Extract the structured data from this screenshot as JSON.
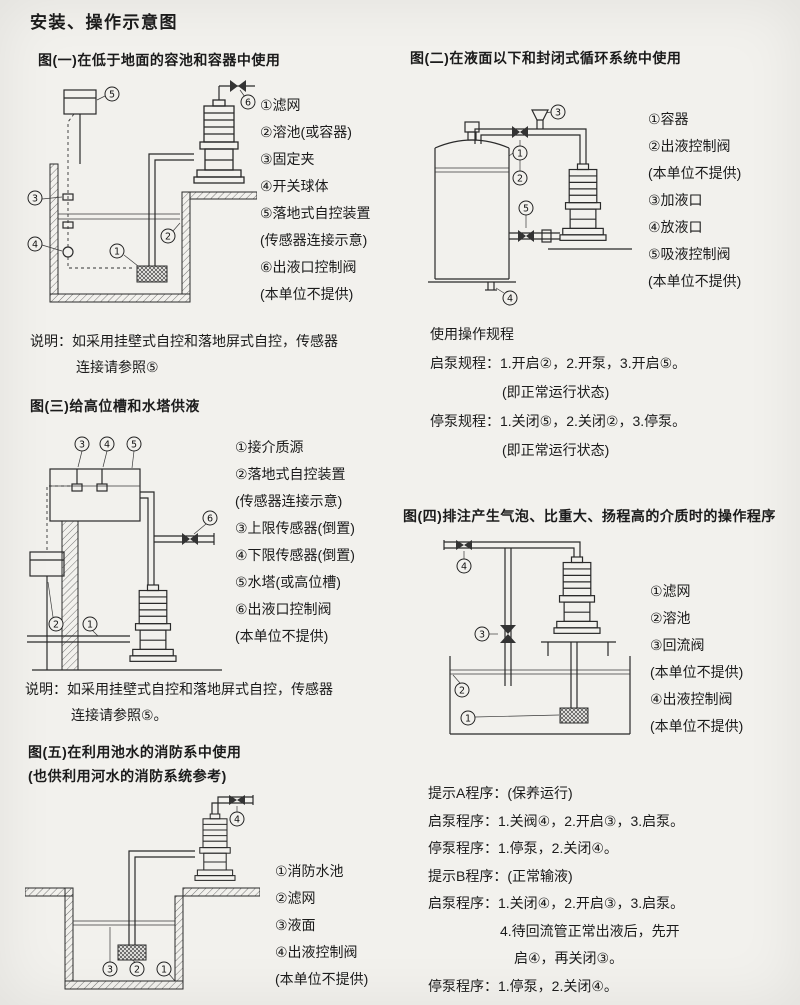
{
  "page": {
    "title": "安装、操作示意图"
  },
  "fig1": {
    "heading": "图(一)在低于地面的容池和容器中使用",
    "labels": [
      "①滤网",
      "②溶池(或容器)",
      "③固定夹",
      "④开关球体",
      "⑤落地式自控装置",
      "(传感器连接示意)",
      "⑥出液口控制阀",
      "(本单位不提供)"
    ],
    "note1": "说明：如采用挂壁式自控和落地屏式自控，传感器",
    "note2": "连接请参照⑤",
    "callouts": [
      "1",
      "2",
      "3",
      "4",
      "5",
      "6"
    ]
  },
  "fig2": {
    "heading": "图(二)在液面以下和封闭式循环系统中使用",
    "labels": [
      "①容器",
      "②出液控制阀",
      "(本单位不提供)",
      "③加液口",
      "④放液口",
      "⑤吸液控制阀",
      "(本单位不提供)"
    ],
    "procedures": [
      "使用操作规程",
      "启泵规程：1.开启②，2.开泵，3.开启⑤。",
      "(即正常运行状态)",
      "停泵规程：1.关闭⑤，2.关闭②，3.停泵。",
      "(即正常运行状态)"
    ],
    "callouts": [
      "1",
      "2",
      "3",
      "4",
      "5"
    ]
  },
  "fig3": {
    "heading": "图(三)给高位槽和水塔供液",
    "labels": [
      "①接介质源",
      "②落地式自控装置",
      "(传感器连接示意)",
      "③上限传感器(倒置)",
      "④下限传感器(倒置)",
      "⑤水塔(或高位槽)",
      "⑥出液口控制阀",
      "(本单位不提供)"
    ],
    "note1": "说明：如采用挂壁式自控和落地屏式自控，传感器",
    "note2": "连接请参照⑤。",
    "callouts": [
      "1",
      "2",
      "3",
      "4",
      "5",
      "6"
    ]
  },
  "fig4": {
    "heading": "图(四)排注产生气泡、比重大、扬程高的介质时的操作程序",
    "labels": [
      "①滤网",
      "②溶池",
      "③回流阀",
      "(本单位不提供)",
      "④出液控制阀",
      "(本单位不提供)"
    ],
    "procedures": [
      "提示A程序：(保养运行)",
      "启泵程序：1.关阀④，2.开启③，3.启泵。",
      "停泵程序：1.停泵，2.关闭④。",
      "提示B程序：(正常输液)",
      "启泵程序：1.关闭④，2.开启③，3.启泵。",
      "4.待回流管正常出液后，先开",
      "启④，再关闭③。",
      "停泵程序：1.停泵，2.关闭④。"
    ],
    "callouts": [
      "1",
      "2",
      "3",
      "4"
    ]
  },
  "fig5": {
    "heading1": "图(五)在利用池水的消防系中使用",
    "heading2": "(也供利用河水的消防系统参考)",
    "labels": [
      "①消防水池",
      "②滤网",
      "③液面",
      "④出液控制阀",
      "(本单位不提供)"
    ],
    "callouts": [
      "1",
      "2",
      "3",
      "4"
    ]
  }
}
